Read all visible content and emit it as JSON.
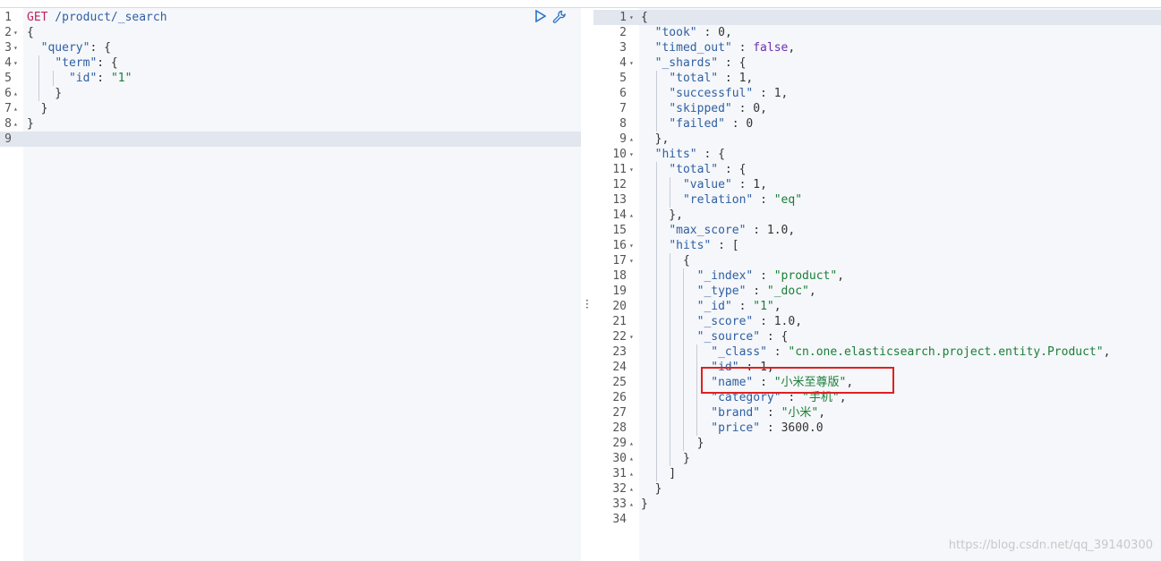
{
  "request": {
    "method": "GET",
    "path": " /product/_search",
    "lines": [
      {
        "n": "1",
        "fold": "",
        "parts": []
      },
      {
        "n": "2",
        "fold": "▾",
        "parts": [
          {
            "t": "{",
            "c": "p"
          }
        ]
      },
      {
        "n": "3",
        "fold": "▾",
        "parts": [
          {
            "t": "  ",
            "c": "p"
          },
          {
            "t": "\"query\"",
            "c": "k"
          },
          {
            "t": ": {",
            "c": "p"
          }
        ]
      },
      {
        "n": "4",
        "fold": "▾",
        "parts": [
          {
            "t": "    ",
            "c": "p"
          },
          {
            "t": "\"term\"",
            "c": "k"
          },
          {
            "t": ": {",
            "c": "p"
          }
        ]
      },
      {
        "n": "5",
        "fold": "",
        "parts": [
          {
            "t": "      ",
            "c": "p"
          },
          {
            "t": "\"id\"",
            "c": "k"
          },
          {
            "t": ": ",
            "c": "p"
          },
          {
            "t": "\"1\"",
            "c": "s"
          }
        ]
      },
      {
        "n": "6",
        "fold": "▴",
        "parts": [
          {
            "t": "    }",
            "c": "p"
          }
        ]
      },
      {
        "n": "7",
        "fold": "▴",
        "parts": [
          {
            "t": "  }",
            "c": "p"
          }
        ]
      },
      {
        "n": "8",
        "fold": "▴",
        "parts": [
          {
            "t": "}",
            "c": "p"
          }
        ]
      },
      {
        "n": "9",
        "fold": "",
        "parts": []
      }
    ]
  },
  "response": {
    "lines": [
      {
        "n": "1",
        "fold": "▾",
        "parts": [
          {
            "t": "{",
            "c": "p"
          }
        ]
      },
      {
        "n": "2",
        "fold": "",
        "parts": [
          {
            "t": "  ",
            "c": "p"
          },
          {
            "t": "\"took\"",
            "c": "k"
          },
          {
            "t": " : ",
            "c": "p"
          },
          {
            "t": "0",
            "c": "n"
          },
          {
            "t": ",",
            "c": "p"
          }
        ]
      },
      {
        "n": "3",
        "fold": "",
        "parts": [
          {
            "t": "  ",
            "c": "p"
          },
          {
            "t": "\"timed_out\"",
            "c": "k"
          },
          {
            "t": " : ",
            "c": "p"
          },
          {
            "t": "false",
            "c": "b"
          },
          {
            "t": ",",
            "c": "p"
          }
        ]
      },
      {
        "n": "4",
        "fold": "▾",
        "parts": [
          {
            "t": "  ",
            "c": "p"
          },
          {
            "t": "\"_shards\"",
            "c": "k"
          },
          {
            "t": " : {",
            "c": "p"
          }
        ]
      },
      {
        "n": "5",
        "fold": "",
        "parts": [
          {
            "t": "    ",
            "c": "p"
          },
          {
            "t": "\"total\"",
            "c": "k"
          },
          {
            "t": " : ",
            "c": "p"
          },
          {
            "t": "1",
            "c": "n"
          },
          {
            "t": ",",
            "c": "p"
          }
        ]
      },
      {
        "n": "6",
        "fold": "",
        "parts": [
          {
            "t": "    ",
            "c": "p"
          },
          {
            "t": "\"successful\"",
            "c": "k"
          },
          {
            "t": " : ",
            "c": "p"
          },
          {
            "t": "1",
            "c": "n"
          },
          {
            "t": ",",
            "c": "p"
          }
        ]
      },
      {
        "n": "7",
        "fold": "",
        "parts": [
          {
            "t": "    ",
            "c": "p"
          },
          {
            "t": "\"skipped\"",
            "c": "k"
          },
          {
            "t": " : ",
            "c": "p"
          },
          {
            "t": "0",
            "c": "n"
          },
          {
            "t": ",",
            "c": "p"
          }
        ]
      },
      {
        "n": "8",
        "fold": "",
        "parts": [
          {
            "t": "    ",
            "c": "p"
          },
          {
            "t": "\"failed\"",
            "c": "k"
          },
          {
            "t": " : ",
            "c": "p"
          },
          {
            "t": "0",
            "c": "n"
          }
        ]
      },
      {
        "n": "9",
        "fold": "▴",
        "parts": [
          {
            "t": "  },",
            "c": "p"
          }
        ]
      },
      {
        "n": "10",
        "fold": "▾",
        "parts": [
          {
            "t": "  ",
            "c": "p"
          },
          {
            "t": "\"hits\"",
            "c": "k"
          },
          {
            "t": " : {",
            "c": "p"
          }
        ]
      },
      {
        "n": "11",
        "fold": "▾",
        "parts": [
          {
            "t": "    ",
            "c": "p"
          },
          {
            "t": "\"total\"",
            "c": "k"
          },
          {
            "t": " : {",
            "c": "p"
          }
        ]
      },
      {
        "n": "12",
        "fold": "",
        "parts": [
          {
            "t": "      ",
            "c": "p"
          },
          {
            "t": "\"value\"",
            "c": "k"
          },
          {
            "t": " : ",
            "c": "p"
          },
          {
            "t": "1",
            "c": "n"
          },
          {
            "t": ",",
            "c": "p"
          }
        ]
      },
      {
        "n": "13",
        "fold": "",
        "parts": [
          {
            "t": "      ",
            "c": "p"
          },
          {
            "t": "\"relation\"",
            "c": "k"
          },
          {
            "t": " : ",
            "c": "p"
          },
          {
            "t": "\"eq\"",
            "c": "s"
          }
        ]
      },
      {
        "n": "14",
        "fold": "▴",
        "parts": [
          {
            "t": "    },",
            "c": "p"
          }
        ]
      },
      {
        "n": "15",
        "fold": "",
        "parts": [
          {
            "t": "    ",
            "c": "p"
          },
          {
            "t": "\"max_score\"",
            "c": "k"
          },
          {
            "t": " : ",
            "c": "p"
          },
          {
            "t": "1.0",
            "c": "n"
          },
          {
            "t": ",",
            "c": "p"
          }
        ]
      },
      {
        "n": "16",
        "fold": "▾",
        "parts": [
          {
            "t": "    ",
            "c": "p"
          },
          {
            "t": "\"hits\"",
            "c": "k"
          },
          {
            "t": " : [",
            "c": "p"
          }
        ]
      },
      {
        "n": "17",
        "fold": "▾",
        "parts": [
          {
            "t": "      {",
            "c": "p"
          }
        ]
      },
      {
        "n": "18",
        "fold": "",
        "parts": [
          {
            "t": "        ",
            "c": "p"
          },
          {
            "t": "\"_index\"",
            "c": "k"
          },
          {
            "t": " : ",
            "c": "p"
          },
          {
            "t": "\"product\"",
            "c": "s"
          },
          {
            "t": ",",
            "c": "p"
          }
        ]
      },
      {
        "n": "19",
        "fold": "",
        "parts": [
          {
            "t": "        ",
            "c": "p"
          },
          {
            "t": "\"_type\"",
            "c": "k"
          },
          {
            "t": " : ",
            "c": "p"
          },
          {
            "t": "\"_doc\"",
            "c": "s"
          },
          {
            "t": ",",
            "c": "p"
          }
        ]
      },
      {
        "n": "20",
        "fold": "",
        "parts": [
          {
            "t": "        ",
            "c": "p"
          },
          {
            "t": "\"_id\"",
            "c": "k"
          },
          {
            "t": " : ",
            "c": "p"
          },
          {
            "t": "\"1\"",
            "c": "s"
          },
          {
            "t": ",",
            "c": "p"
          }
        ]
      },
      {
        "n": "21",
        "fold": "",
        "parts": [
          {
            "t": "        ",
            "c": "p"
          },
          {
            "t": "\"_score\"",
            "c": "k"
          },
          {
            "t": " : ",
            "c": "p"
          },
          {
            "t": "1.0",
            "c": "n"
          },
          {
            "t": ",",
            "c": "p"
          }
        ]
      },
      {
        "n": "22",
        "fold": "▾",
        "parts": [
          {
            "t": "        ",
            "c": "p"
          },
          {
            "t": "\"_source\"",
            "c": "k"
          },
          {
            "t": " : {",
            "c": "p"
          }
        ]
      },
      {
        "n": "23",
        "fold": "",
        "parts": [
          {
            "t": "          ",
            "c": "p"
          },
          {
            "t": "\"_class\"",
            "c": "k"
          },
          {
            "t": " : ",
            "c": "p"
          },
          {
            "t": "\"cn.one.elasticsearch.project.entity.Product\"",
            "c": "s"
          },
          {
            "t": ",",
            "c": "p"
          }
        ]
      },
      {
        "n": "24",
        "fold": "",
        "parts": [
          {
            "t": "          ",
            "c": "p"
          },
          {
            "t": "\"id\"",
            "c": "k"
          },
          {
            "t": " : ",
            "c": "p"
          },
          {
            "t": "1",
            "c": "n"
          },
          {
            "t": ",",
            "c": "p"
          }
        ]
      },
      {
        "n": "25",
        "fold": "",
        "parts": [
          {
            "t": "          ",
            "c": "p"
          },
          {
            "t": "\"name\"",
            "c": "k"
          },
          {
            "t": " : ",
            "c": "p"
          },
          {
            "t": "\"小米至尊版\"",
            "c": "s"
          },
          {
            "t": ",",
            "c": "p"
          }
        ]
      },
      {
        "n": "26",
        "fold": "",
        "parts": [
          {
            "t": "          ",
            "c": "p"
          },
          {
            "t": "\"category\"",
            "c": "k"
          },
          {
            "t": " : ",
            "c": "p"
          },
          {
            "t": "\"手机\"",
            "c": "s"
          },
          {
            "t": ",",
            "c": "p"
          }
        ]
      },
      {
        "n": "27",
        "fold": "",
        "parts": [
          {
            "t": "          ",
            "c": "p"
          },
          {
            "t": "\"brand\"",
            "c": "k"
          },
          {
            "t": " : ",
            "c": "p"
          },
          {
            "t": "\"小米\"",
            "c": "s"
          },
          {
            "t": ",",
            "c": "p"
          }
        ]
      },
      {
        "n": "28",
        "fold": "",
        "parts": [
          {
            "t": "          ",
            "c": "p"
          },
          {
            "t": "\"price\"",
            "c": "k"
          },
          {
            "t": " : ",
            "c": "p"
          },
          {
            "t": "3600.0",
            "c": "n"
          }
        ]
      },
      {
        "n": "29",
        "fold": "▴",
        "parts": [
          {
            "t": "        }",
            "c": "p"
          }
        ]
      },
      {
        "n": "30",
        "fold": "▴",
        "parts": [
          {
            "t": "      }",
            "c": "p"
          }
        ]
      },
      {
        "n": "31",
        "fold": "▴",
        "parts": [
          {
            "t": "    ]",
            "c": "p"
          }
        ]
      },
      {
        "n": "32",
        "fold": "▴",
        "parts": [
          {
            "t": "  }",
            "c": "p"
          }
        ]
      },
      {
        "n": "33",
        "fold": "▴",
        "parts": [
          {
            "t": "}",
            "c": "p"
          }
        ]
      },
      {
        "n": "34",
        "fold": "",
        "parts": []
      }
    ]
  },
  "icons": {
    "run": "play-triangle-icon",
    "settings": "wrench-icon",
    "splitter": "vertical-dots-icon"
  },
  "colors": {
    "highlight": "#e02020",
    "key": "#2f5fa3",
    "string": "#1a7f37",
    "method": "#c0245a"
  },
  "watermark": "https://blog.csdn.net/qq_39140300"
}
